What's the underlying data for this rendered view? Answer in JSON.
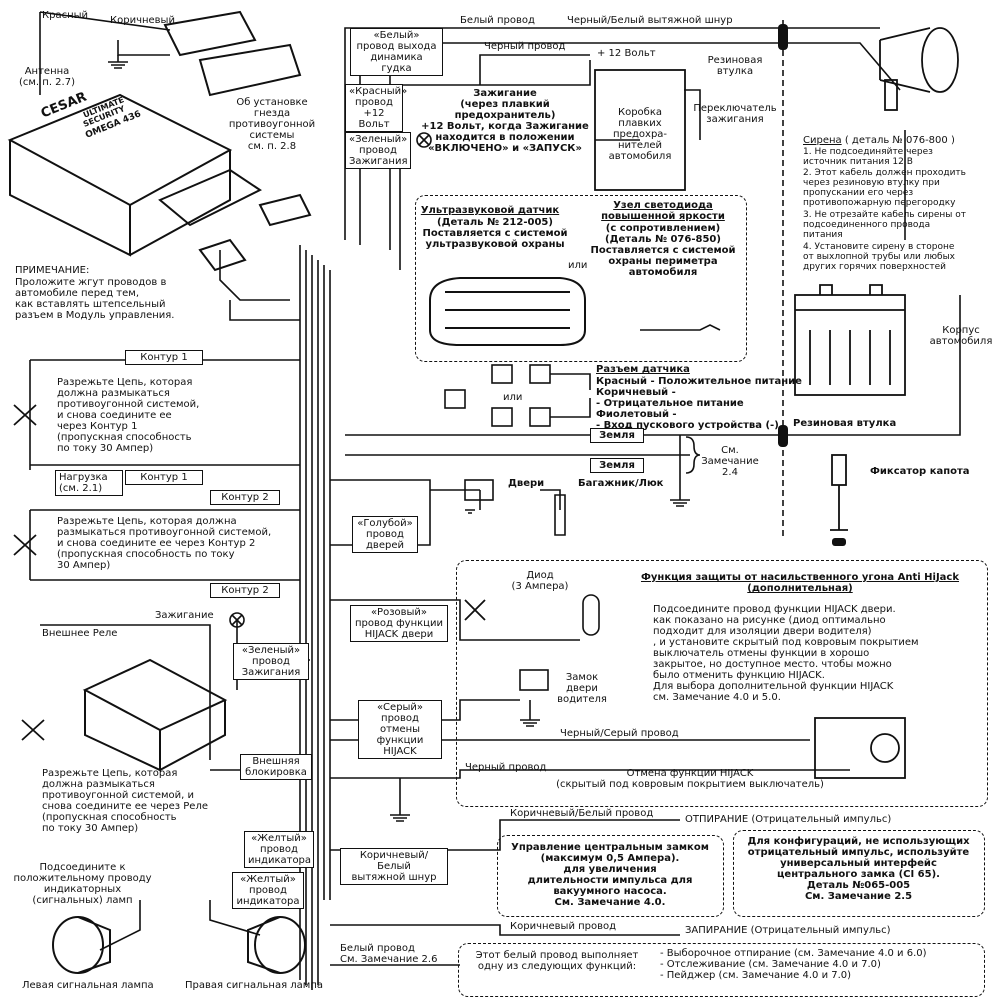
{
  "top": {
    "antenna_wire_red": "Красный",
    "antenna_wire_brown": "Коричневый",
    "antenna": "Антенна\n(см. п. 2.7)",
    "socket_install_note": "Об установке\nгнезда\nпротивоугонной\nсистемы\nсм. п. 2.8",
    "white_wire": "Белый провод",
    "black_white_cord": "Черный/Белый вытяжной шнур",
    "black_wire": "Черный провод",
    "plus12": "+ 12 Вольт",
    "rubber_grommet_top": "Резиновая\nвтулка",
    "white_horn_wire": "«Белый»\nпровод выхода\nдинамика гудка",
    "red_wire_12v": "«Красный»\nпровод\n+12 Вольт",
    "ignition_fuse_note": "Зажигание\n(через плавкий предохранитель)\n+12 Вольт, когда Зажигание\nнаходится в положении\n«ВКЛЮЧЕНО» и «ЗАПУСК»",
    "green_ignition_wire": "«Зеленый»\nпровод\nЗажигания",
    "fuse_box": "Коробка\nплавких\nпредохра-\nнителей\nавтомобиля",
    "ignition_switch": "Переключатель\nзажигания"
  },
  "module": {
    "brand": "CESAR",
    "model": "OMEGA 436",
    "line1": "ULTIMATE",
    "line2": "SECURITY"
  },
  "siren": {
    "title": "Сирена",
    "detail": "( деталь № 076-800 )",
    "notes": [
      "1. Не подсоединяйте через\n    источник питания 12 В",
      "2. Этот кабель должен проходить\n    через резиновую втулку при\n    пропускании его через\n    противопожарную перегородку",
      "3. Не отрезайте кабель сирены от\n    подсоединенного провода\n    питания",
      "4. Установите сирену в стороне\n    от выхлопной трубы или любых\n    других горячих поверхностей"
    ],
    "car_body": "Корпус\nавтомобиля"
  },
  "note": {
    "heading": "ПРИМЕЧАНИЕ:",
    "text": "Проложите жгут проводов в\nавтомобиле перед тем,\nкак вставлять штепсельный\nразъем в Модуль управления."
  },
  "sensors": {
    "ultrasonic_title": "Ультразвуковой датчик",
    "ultrasonic_text": "(Деталь № 212-005)\nПоставляется с системой\nультразвуковой охраны",
    "or1": "или",
    "led_title": "Узел светодиода\nповышенной яркости",
    "led_text": "(с сопротивлением)\n(Деталь № 076-850)\nПоставляется с системой\nохраны периметра\nавтомобиля",
    "connector_title": "Разъем датчика",
    "connector_text": "Красный - Положительное питание\nКоричневый -\n    - Отрицательное питание\nФиолетовый -\n    - Вход пускового устройства (-)",
    "or2": "или"
  },
  "ground": {
    "ground1": "Земля",
    "ground2": "Земля",
    "remark": "См.\nЗамечание\n2.4",
    "rubber_grommet": "Резиновая втулка",
    "hood_lock": "Фиксатор капота"
  },
  "circuits": {
    "contour1_top": "Контур 1",
    "cut_circuit1": "Разрежьте Цепь, которая\nдолжна размыкаться\nпротивоугонной системой,\nи снова соедините ее\nчерез Контур 1\n(пропускная способность\nпо току 30 Ампер)",
    "load": "Нагрузка\n(см. 2.1)",
    "contour1_bottom": "Контур 1",
    "contour2_top": "Контур 2",
    "cut_circuit2": "Разрежьте Цепь, которая должна\nразмыкаться противоугонной системой,\nи снова соедините ее через Контур 2\n(пропускная способность по току\n30 Ампер)",
    "contour2_bottom": "Контур 2"
  },
  "doors": {
    "doors": "Двери",
    "trunk": "Багажник/Люк",
    "blue_door_wire": "«Голубой»\nпровод\nдверей"
  },
  "hijack": {
    "title": "Функция защиты от насильственного угона Anti HiJack\n(дополнительная)",
    "diode": "Диод\n(3 Ампера)",
    "pink_wire": "«Розовый»\nпровод функции\nHIJACK двери",
    "door_lock": "Замок\nдвери\nводителя",
    "instructions": "Подсоедините провод функции HIJACK двери.\nкак показано на рисунке (диод оптимально\nподходит для изоляции двери водителя)\n, и установите скрытый под ковровым покрытием\nвыключатель отмены функции в хорошо\nзакрытое, но доступное место. чтобы можно\nбыло отменить функцию HIJACK.\nДля выбора дополнительной функции HIJACK\nсм. Замечание 4.0 и 5.0.",
    "gray_wire": "«Серый»\nпровод отмены\nфункции\nHIJACK",
    "black_gray_wire": "Черный/Серый провод",
    "black_wire": "Черный провод",
    "cancel_switch": "Отмена функции HIJACK\n(скрытый под ковровым покрытием выключатель)"
  },
  "relay": {
    "ignition": "Зажигание",
    "external_relay": "Внешнее Реле",
    "green_ignition_wire": "«Зеленый»\nпровод\nЗажигания",
    "external_lock": "Внешняя\nблокировка",
    "cut_text": "Разрежьте Цепь, которая\nдолжна размыкаться\nпротивоугонной системой, и\nснова соедините ее через Реле\n(пропускная способность\nпо току 30 Ампер)"
  },
  "indicators": {
    "yellow1": "«Желтый»\nпровод\nиндикатора",
    "yellow2": "«Желтый»\nпровод\nиндикатора",
    "connect_note": "Подсоедините к\nположительному проводу\nиндикаторных\n(сигнальных) ламп",
    "left_lamp": "Левая сигнальная лампа",
    "right_lamp": "Правая сигнальная лампа"
  },
  "locking": {
    "brown_white_wire": "Коричневый/Белый провод",
    "unlock": "ОТПИРАНИЕ (Отрицательный импульс)",
    "brown_white_cord": "Коричневый/Белый\nвытяжной шнур",
    "central_lock": "Управление центральным замком\n(максимум 0,5 Ампера).\nдля увеличения\nдлительности импульса для\nвакуумного насоса.\nСм. Замечание 4.0.",
    "config_note": "Для конфигураций, не использующих\nотрицательный импульс, используйте\nуниверсальный интерфейс\nцентрального замка (CI 65).\nДеталь №065-005\nСм. Замечание 2.5",
    "brown_wire": "Коричневый провод",
    "lock": "ЗАПИРАНИЕ (Отрицательный импульс)",
    "white_wire_note": "Белый провод\nСм. Замечание 2.6",
    "white_functions_intro": "Этот белый провод выполняет\nодну из следующих функций:",
    "white_functions": "- Выборочное отпирание (см. Замечание 4.0 и 6.0)\n- Отслеживание (см. Замечание 4.0 и 7.0)\n- Пейджер (см. Замечание 4.0 и 7.0)"
  }
}
